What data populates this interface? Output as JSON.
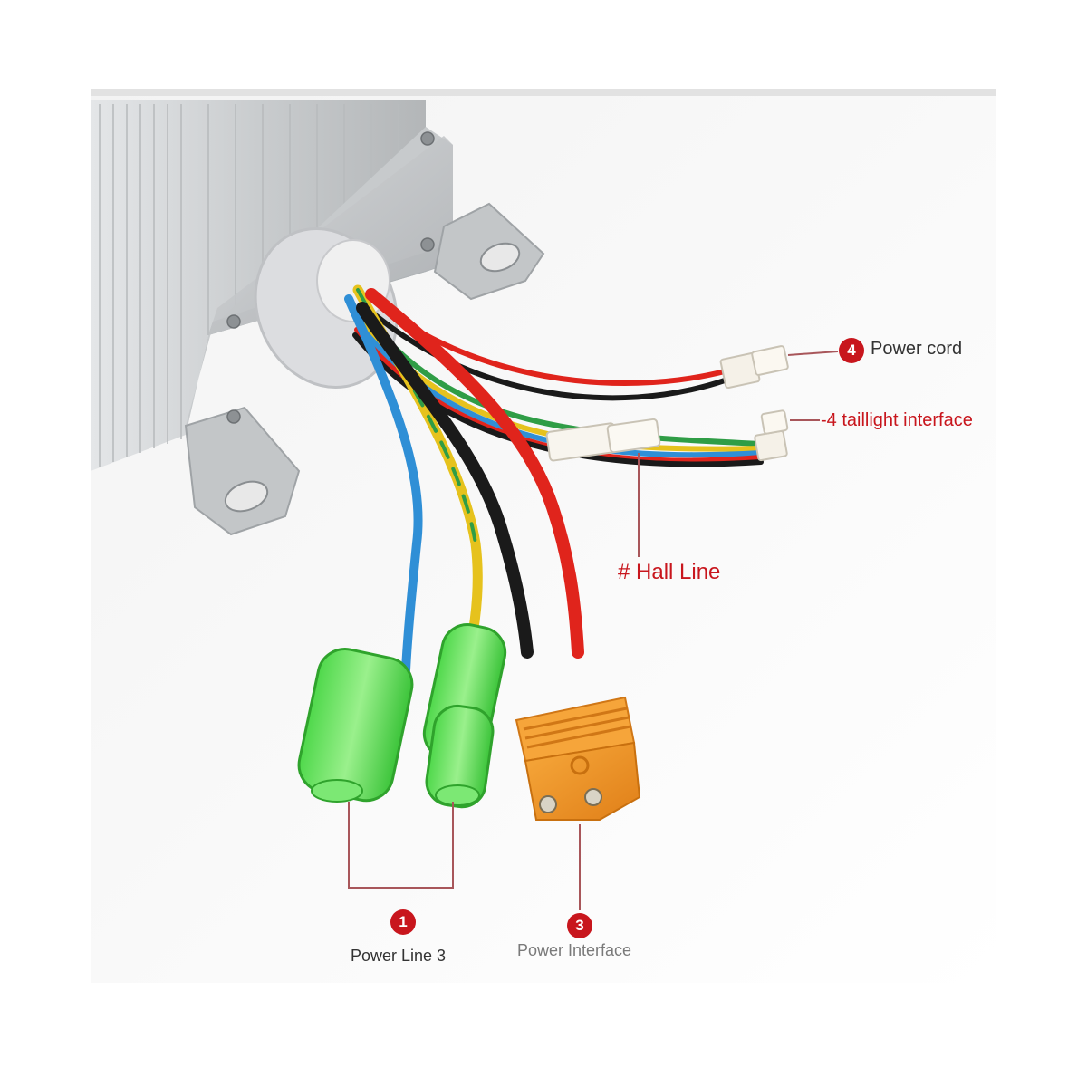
{
  "callouts": {
    "power_line": {
      "number": "1",
      "label": "Power Line 3"
    },
    "power_interface": {
      "number": "3",
      "label": "Power Interface"
    },
    "power_cord": {
      "number": "4",
      "label": "Power cord"
    },
    "taillight": {
      "label": "-4 taillight interface"
    },
    "hall_line": {
      "label": "# Hall Line"
    }
  },
  "colors": {
    "accent_red": "#c8161d",
    "leader_line": "#a8565a",
    "wire_blue": "#2f8fd6",
    "wire_yellow": "#e6c21d",
    "wire_green": "#2f9d46",
    "wire_red": "#e0241c",
    "wire_black": "#1a1a1a",
    "connector_orange": "#f0962a",
    "terminal_green": "#6ee06a"
  }
}
